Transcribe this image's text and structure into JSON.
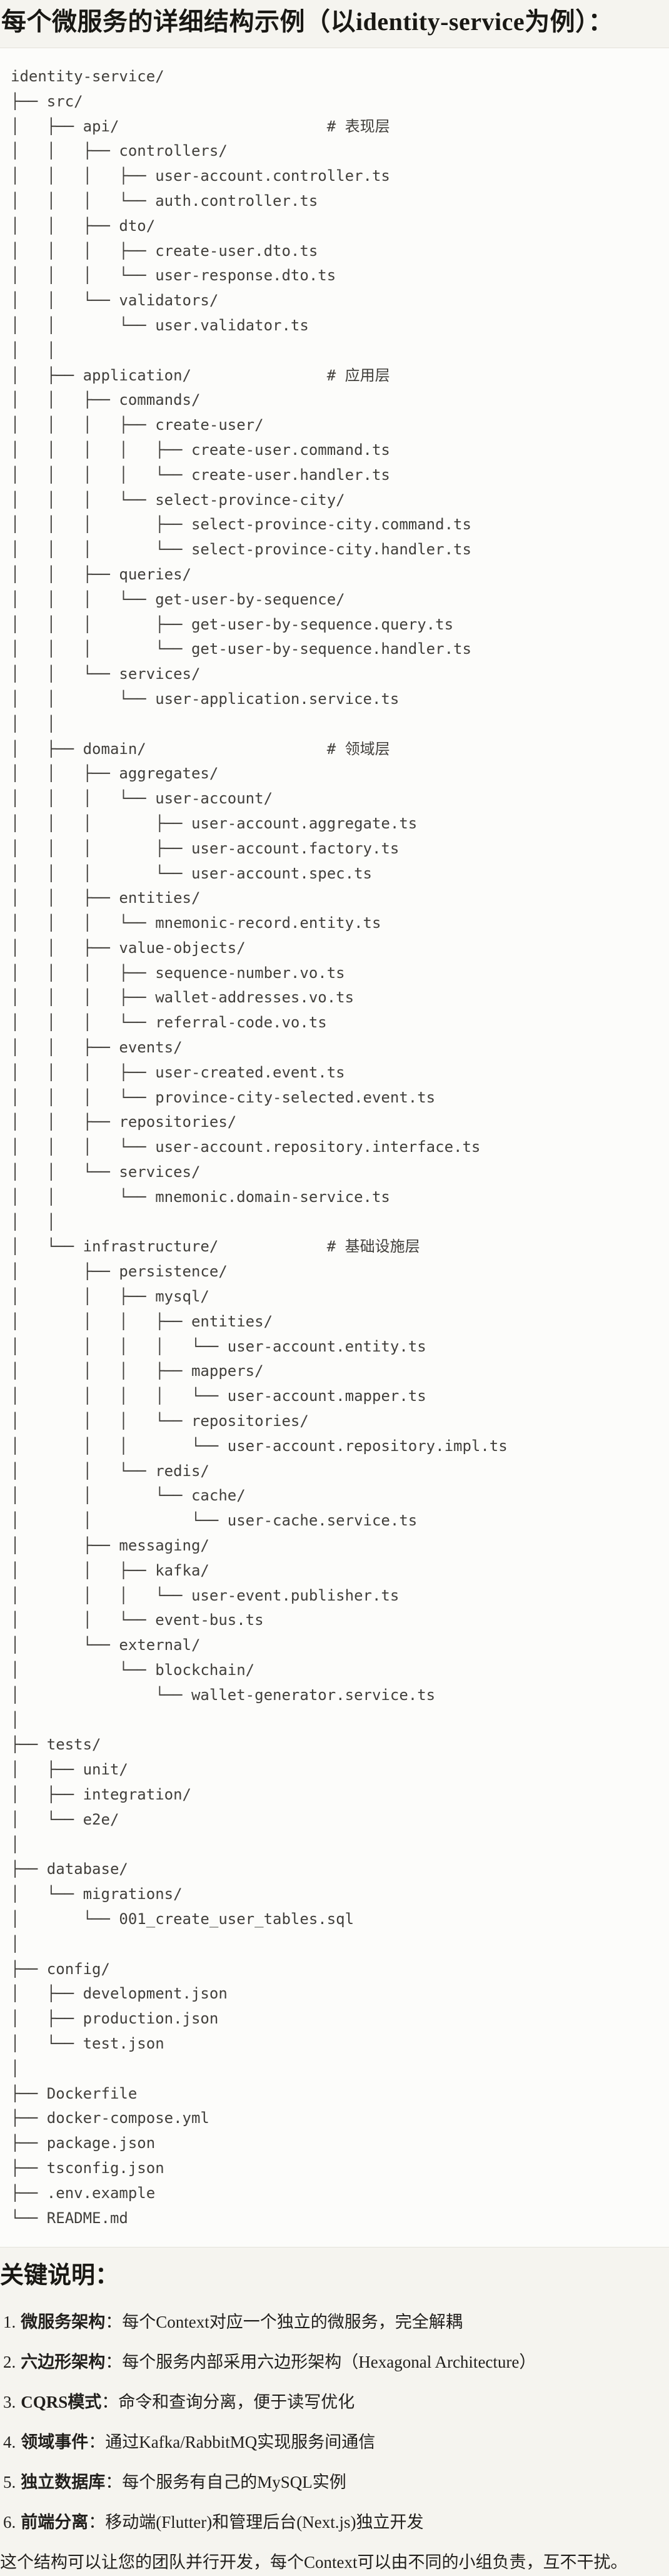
{
  "page": {
    "title": "每个微服务的详细结构示例（以identity-service为例）："
  },
  "colors": {
    "page_background": "#f5f4ef",
    "code_background": "#fcfcfa",
    "code_border": "#e4e2db",
    "title_text": "#191814",
    "code_text": "#413f3b",
    "body_text": "#211f1c"
  },
  "code_block": {
    "root": "identity-service/",
    "layer_comments": [
      "# 表现层",
      "# 应用层",
      "# 领域层",
      "# 基础设施层"
    ],
    "tree_lines": [
      "identity-service/",
      "├── src/",
      "│   ├── api/                       # 表现层",
      "│   │   ├── controllers/",
      "│   │   │   ├── user-account.controller.ts",
      "│   │   │   └── auth.controller.ts",
      "│   │   ├── dto/",
      "│   │   │   ├── create-user.dto.ts",
      "│   │   │   └── user-response.dto.ts",
      "│   │   └── validators/",
      "│   │       └── user.validator.ts",
      "│   │",
      "│   ├── application/               # 应用层",
      "│   │   ├── commands/",
      "│   │   │   ├── create-user/",
      "│   │   │   │   ├── create-user.command.ts",
      "│   │   │   │   └── create-user.handler.ts",
      "│   │   │   └── select-province-city/",
      "│   │   │       ├── select-province-city.command.ts",
      "│   │   │       └── select-province-city.handler.ts",
      "│   │   ├── queries/",
      "│   │   │   └── get-user-by-sequence/",
      "│   │   │       ├── get-user-by-sequence.query.ts",
      "│   │   │       └── get-user-by-sequence.handler.ts",
      "│   │   └── services/",
      "│   │       └── user-application.service.ts",
      "│   │",
      "│   ├── domain/                    # 领域层",
      "│   │   ├── aggregates/",
      "│   │   │   └── user-account/",
      "│   │   │       ├── user-account.aggregate.ts",
      "│   │   │       ├── user-account.factory.ts",
      "│   │   │       └── user-account.spec.ts",
      "│   │   ├── entities/",
      "│   │   │   └── mnemonic-record.entity.ts",
      "│   │   ├── value-objects/",
      "│   │   │   ├── sequence-number.vo.ts",
      "│   │   │   ├── wallet-addresses.vo.ts",
      "│   │   │   └── referral-code.vo.ts",
      "│   │   ├── events/",
      "│   │   │   ├── user-created.event.ts",
      "│   │   │   └── province-city-selected.event.ts",
      "│   │   ├── repositories/",
      "│   │   │   └── user-account.repository.interface.ts",
      "│   │   └── services/",
      "│   │       └── mnemonic.domain-service.ts",
      "│   │",
      "│   └── infrastructure/            # 基础设施层",
      "│       ├── persistence/",
      "│       │   ├── mysql/",
      "│       │   │   ├── entities/",
      "│       │   │   │   └── user-account.entity.ts",
      "│       │   │   ├── mappers/",
      "│       │   │   │   └── user-account.mapper.ts",
      "│       │   │   └── repositories/",
      "│       │   │       └── user-account.repository.impl.ts",
      "│       │   └── redis/",
      "│       │       └── cache/",
      "│       │           └── user-cache.service.ts",
      "│       ├── messaging/",
      "│       │   ├── kafka/",
      "│       │   │   └── user-event.publisher.ts",
      "│       │   └── event-bus.ts",
      "│       └── external/",
      "│           └── blockchain/",
      "│               └── wallet-generator.service.ts",
      "│",
      "├── tests/",
      "│   ├── unit/",
      "│   ├── integration/",
      "│   └── e2e/",
      "│",
      "├── database/",
      "│   └── migrations/",
      "│       └── 001_create_user_tables.sql",
      "│",
      "├── config/",
      "│   ├── development.json",
      "│   ├── production.json",
      "│   └── test.json",
      "│",
      "├── Dockerfile",
      "├── docker-compose.yml",
      "├── package.json",
      "├── tsconfig.json",
      "├── .env.example",
      "└── README.md"
    ]
  },
  "notes": {
    "heading": "关键说明：",
    "items": [
      {
        "num": "1.",
        "term": "微服务架构",
        "desc": "：每个Context对应一个独立的微服务，完全解耦"
      },
      {
        "num": "2.",
        "term": "六边形架构",
        "desc": "：每个服务内部采用六边形架构（Hexagonal Architecture）"
      },
      {
        "num": "3.",
        "term": "CQRS模式",
        "desc": "：命令和查询分离，便于读写优化"
      },
      {
        "num": "4.",
        "term": "领域事件",
        "desc": "：通过Kafka/RabbitMQ实现服务间通信"
      },
      {
        "num": "5.",
        "term": "独立数据库",
        "desc": "：每个服务有自己的MySQL实例"
      },
      {
        "num": "6.",
        "term": "前端分离",
        "desc": "：移动端(Flutter)和管理后台(Next.js)独立开发"
      }
    ],
    "footer": "这个结构可以让您的团队并行开发，每个Context可以由不同的小组负责，互不干扰。"
  }
}
